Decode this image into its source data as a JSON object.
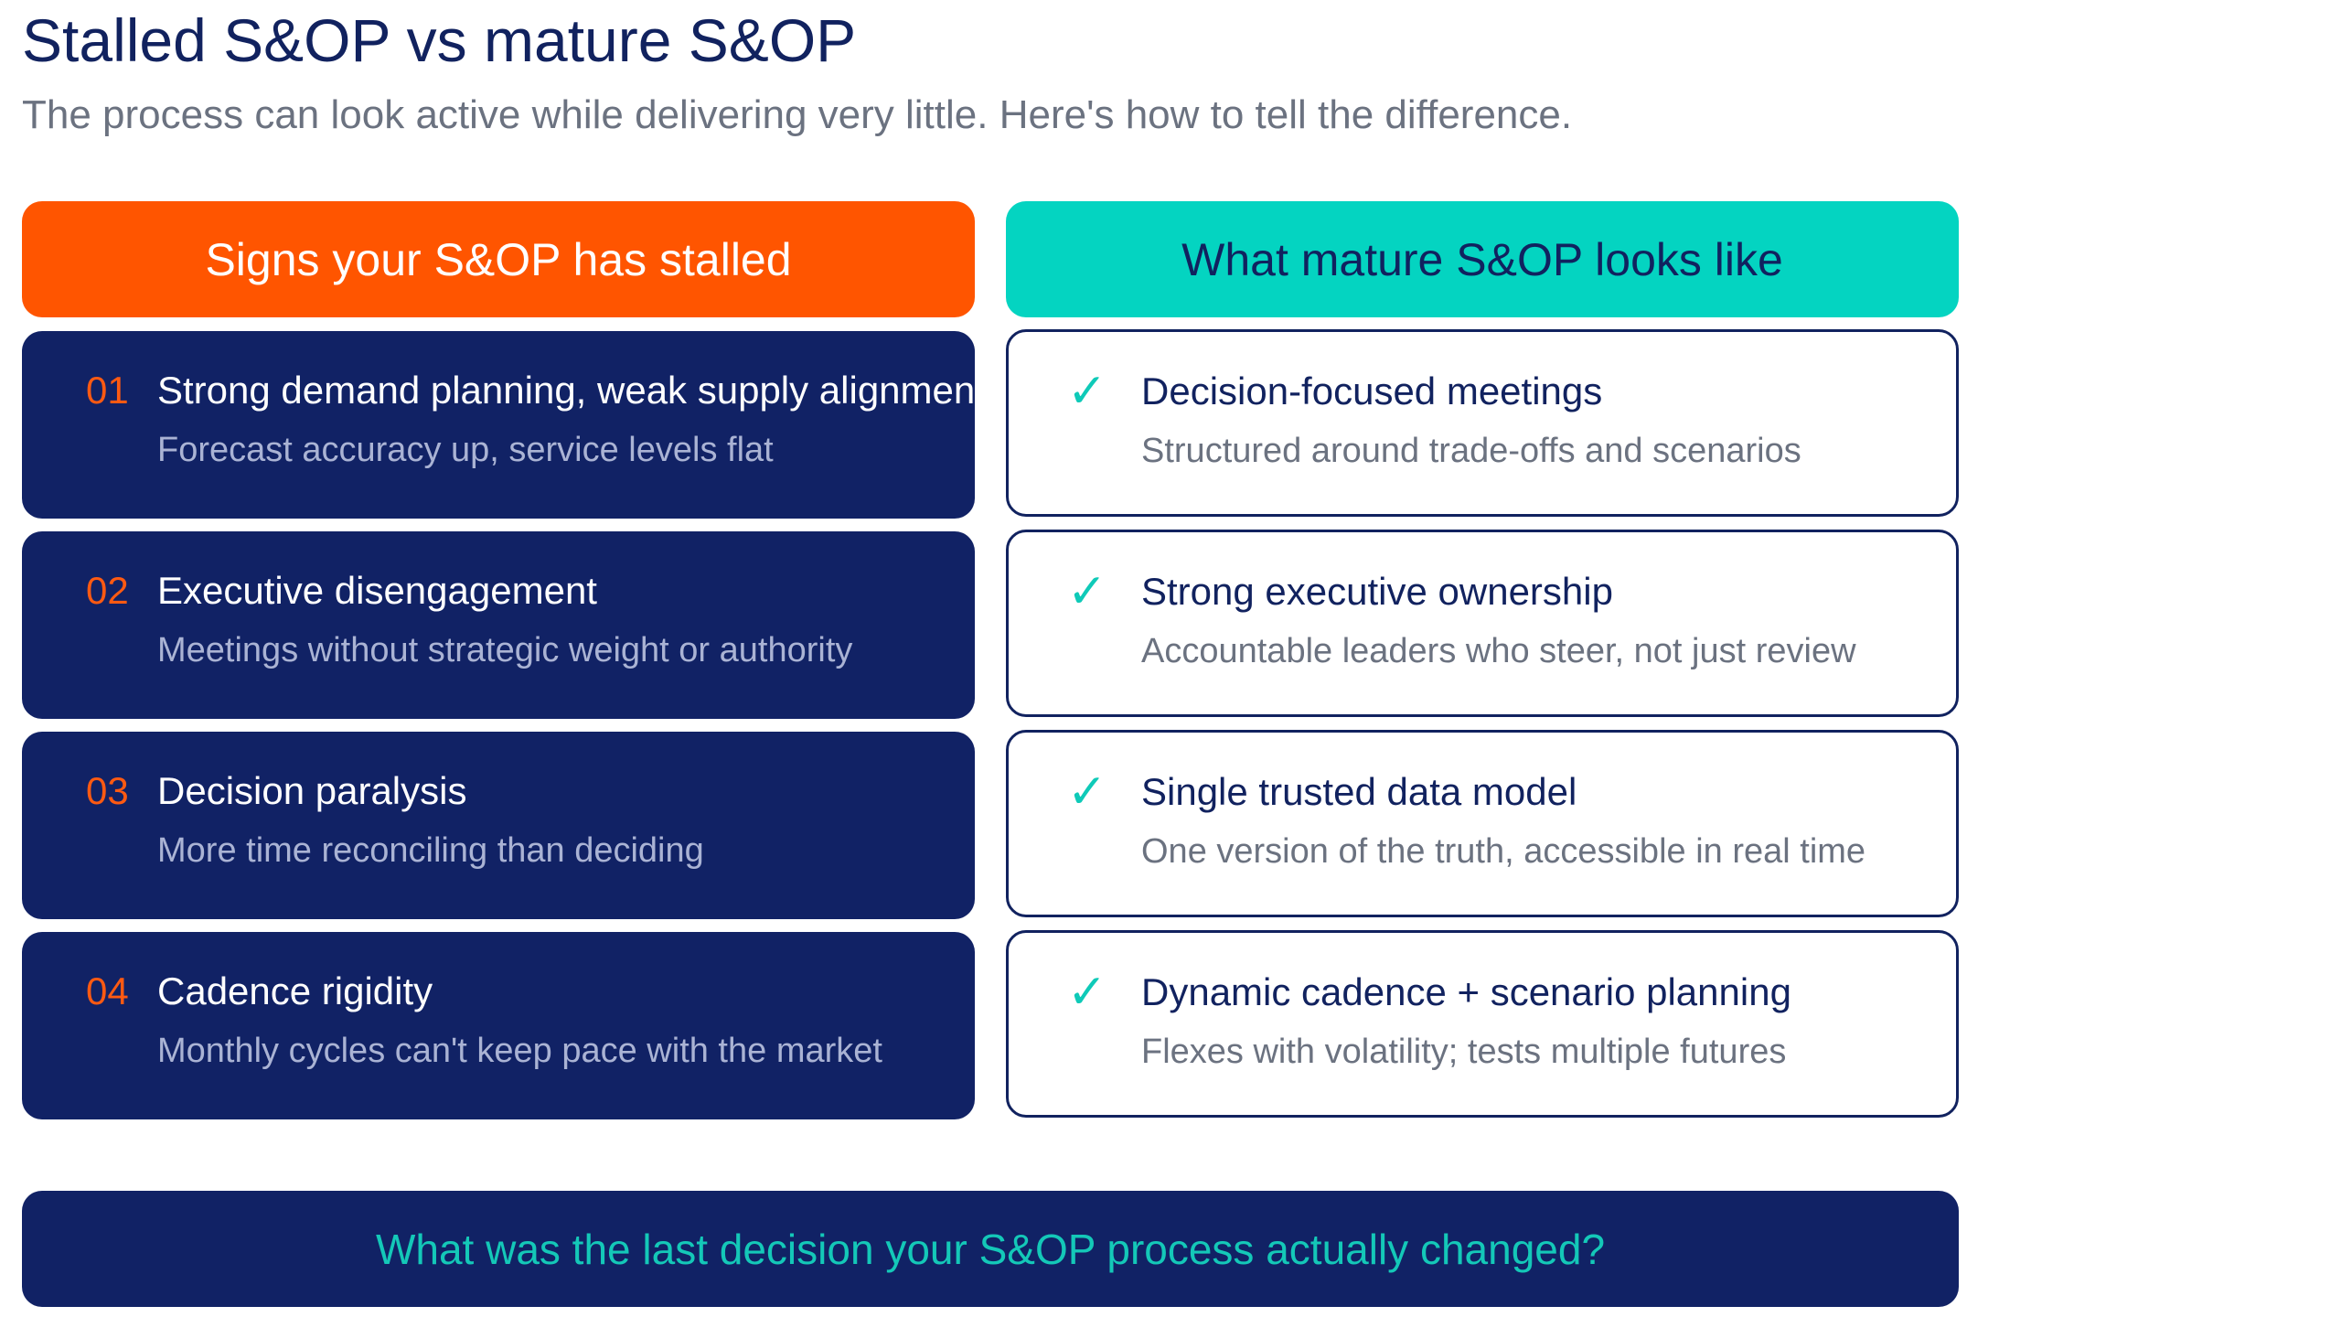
{
  "header": {
    "title": "Stalled S&OP vs mature S&OP",
    "subtitle": "The process can look active while delivering very little. Here's how to tell the difference."
  },
  "stalled": {
    "header": "Signs your S&OP has stalled",
    "items": [
      {
        "number": "01",
        "title": "Strong demand planning, weak supply alignment",
        "description": "Forecast accuracy up, service levels flat"
      },
      {
        "number": "02",
        "title": "Executive disengagement",
        "description": "Meetings without strategic weight or authority"
      },
      {
        "number": "03",
        "title": "Decision paralysis",
        "description": "More time reconciling than deciding"
      },
      {
        "number": "04",
        "title": "Cadence rigidity",
        "description": "Monthly cycles can't keep pace with the market"
      }
    ]
  },
  "mature": {
    "header": "What mature S&OP looks like",
    "check_symbol": "✓",
    "items": [
      {
        "title": "Decision-focused meetings",
        "description": "Structured around trade-offs and scenarios"
      },
      {
        "title": "Strong executive ownership",
        "description": "Accountable leaders who steer, not just review"
      },
      {
        "title": "Single trusted data model",
        "description": "One version of the truth, accessible in real time"
      },
      {
        "title": "Dynamic cadence + scenario planning",
        "description": "Flexes with volatility; tests multiple futures"
      }
    ]
  },
  "footer": {
    "question": "What was the last decision your S&OP process actually changed?"
  },
  "colors": {
    "navy": "#112265",
    "orange": "#ff5500",
    "teal": "#04d4c1",
    "grey_text": "#6b7280"
  }
}
